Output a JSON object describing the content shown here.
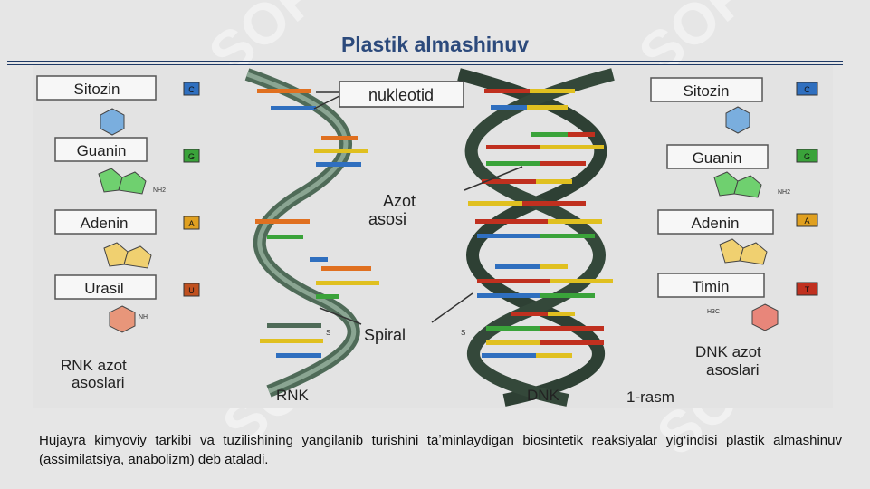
{
  "slide": {
    "title": "Plastik almashinuv",
    "caption": "Hujayra kimyoviy tarkibi va tuzilishining yangilanib turishini taʼminlaydigan biosintetik reaksiyalar yig‘indisi plastik almashinuv (assimilatsiya, anabolizm) deb ataladi."
  },
  "watermark": {
    "text": "SOF"
  },
  "figure": {
    "rna_bases": [
      {
        "name": "Sitozin",
        "letter": "C",
        "color": "#2f6fbf"
      },
      {
        "name": "Guanin",
        "letter": "G",
        "color": "#3aa33a"
      },
      {
        "name": "Adenin",
        "letter": "A",
        "color": "#e0a020"
      },
      {
        "name": "Urasil",
        "letter": "U",
        "color": "#c0501f"
      }
    ],
    "dna_bases": [
      {
        "name": "Sitozin",
        "letter": "C",
        "color": "#2f6fbf"
      },
      {
        "name": "Guanin",
        "letter": "G",
        "color": "#3aa33a"
      },
      {
        "name": "Adenin",
        "letter": "A",
        "color": "#e0a020"
      },
      {
        "name": "Timin",
        "letter": "T",
        "color": "#c0301f"
      }
    ],
    "labels": {
      "nucleotide": "nukleotid",
      "nitrogen_base_line1": "Azot",
      "nitrogen_base_line2": "asosi",
      "spiral": "Spiral",
      "rna_caption_line1": "RNK azot",
      "rna_caption_line2": "asoslari",
      "dna_caption_line1": "DNK azot",
      "dna_caption_line2": "asoslari",
      "rna": "RNK",
      "dna": "DNK",
      "fig_number": "1-rasm",
      "nh2": "NH2",
      "nh": "NH",
      "h3c": "H3C",
      "s": "S"
    }
  }
}
